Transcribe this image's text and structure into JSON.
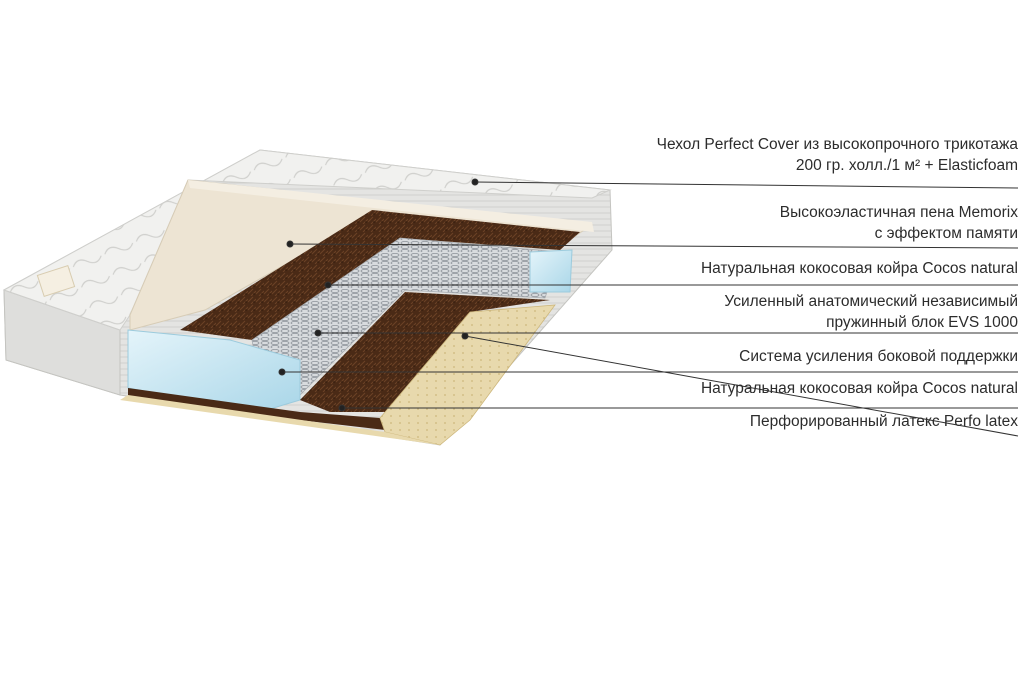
{
  "diagram": {
    "subject": "mattress-layer-cross-section",
    "colors": {
      "cover": "#eeeeec",
      "memory_foam": "#ece3d2",
      "coconut_coir": "#4a2a16",
      "springs": "#c9ccd0",
      "side_support": "#bfe3f0",
      "latex": "#e6d6a8",
      "leader_line": "#333333"
    },
    "layers": [
      {
        "id": "cover",
        "lines": [
          "Чехол Perfect Cover из высокопрочного трикотажа",
          "200 гр. холл./1 м² + Elasticfoam"
        ]
      },
      {
        "id": "memory-foam",
        "lines": [
          "Высокоэластичная пена  Memorix",
          "с эффектом памяти"
        ]
      },
      {
        "id": "coir-top",
        "lines": [
          "Натуральная кокосовая койра Cocos natural"
        ]
      },
      {
        "id": "spring-block",
        "lines": [
          "Усиленный анатомический независимый",
          "пружинный блок  EVS 1000"
        ]
      },
      {
        "id": "side-support",
        "lines": [
          "Система усиления боковой поддержки"
        ]
      },
      {
        "id": "coir-bottom",
        "lines": [
          "Натуральная кокосовая койра Cocos natural"
        ]
      },
      {
        "id": "latex",
        "lines": [
          "Перфорированный латекс Perfo latex"
        ]
      }
    ]
  }
}
